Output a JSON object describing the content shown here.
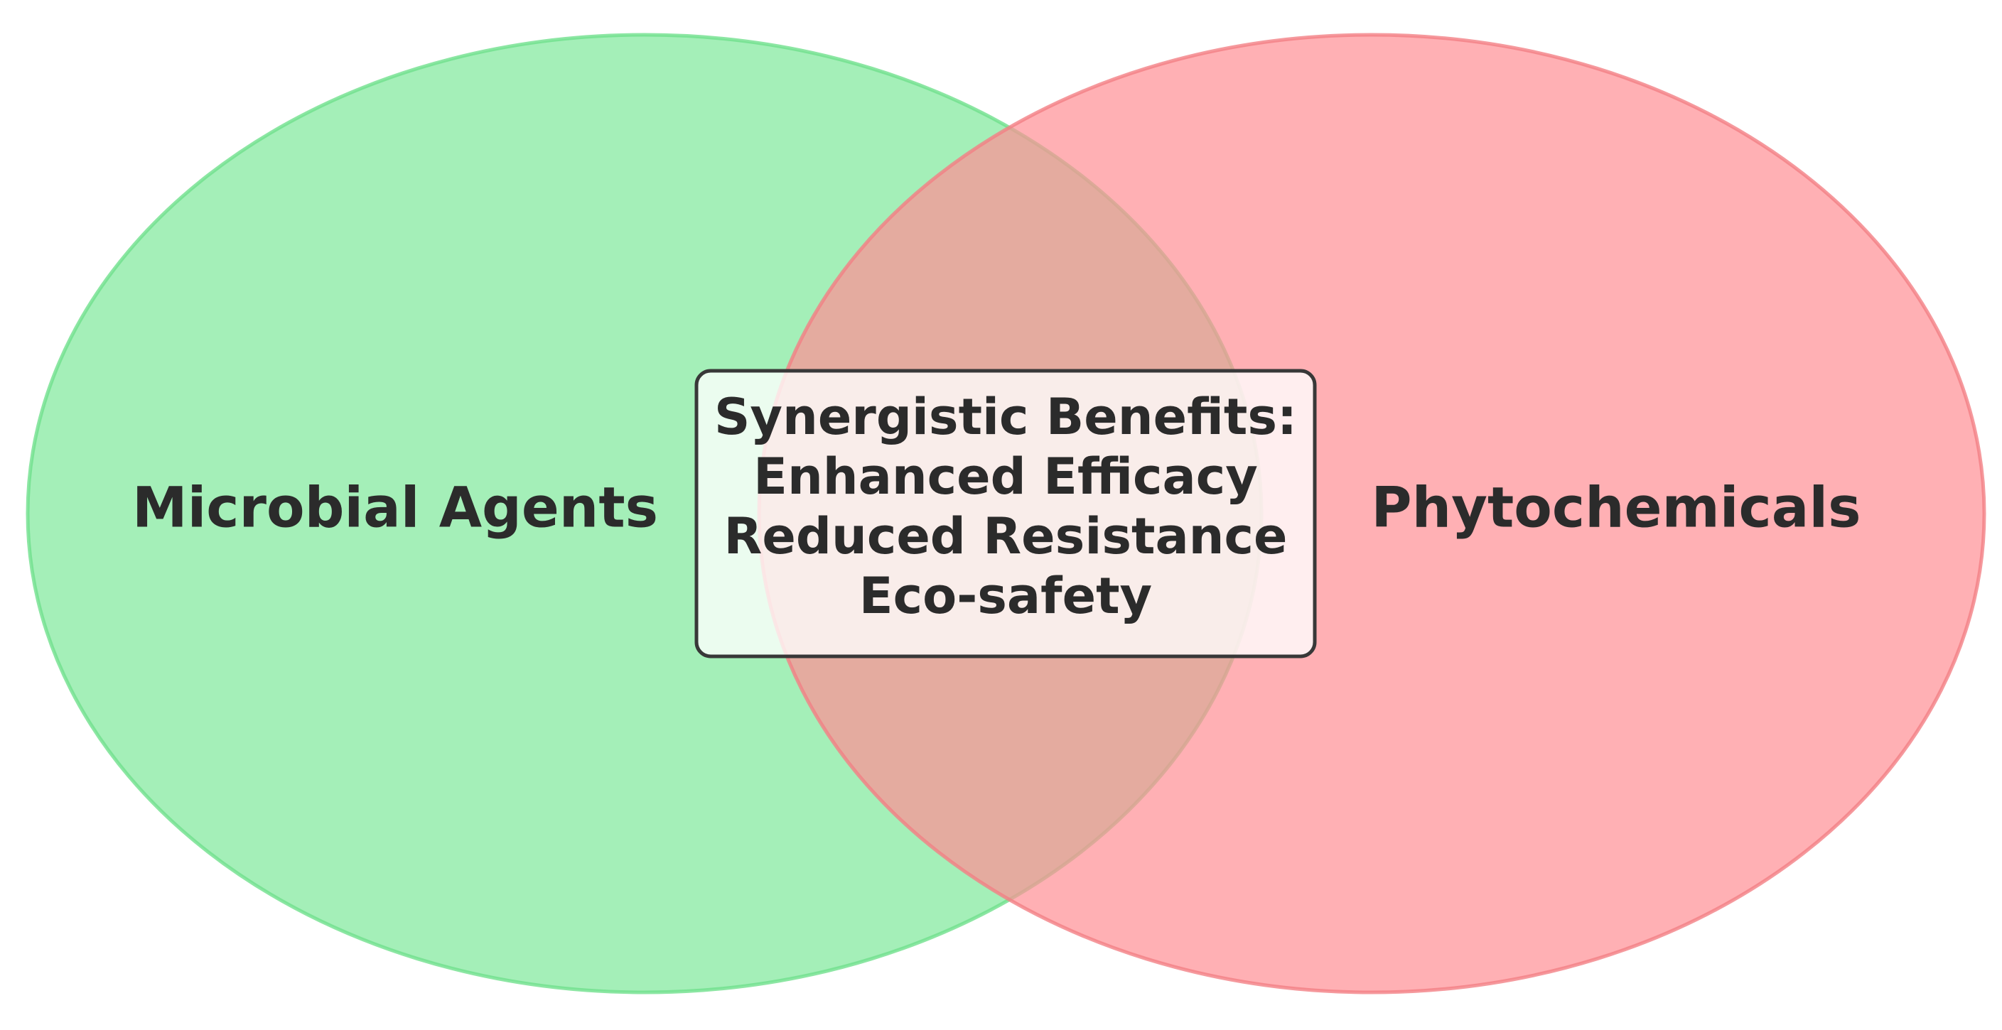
{
  "diagram": {
    "sets": [
      {
        "id": "left",
        "label": "Microbial Agents",
        "fill": "#7ee89a",
        "stroke": "#6fe08c"
      },
      {
        "id": "right",
        "label": "Phytochemicals",
        "fill": "#ff8f94",
        "stroke": "#f27f84"
      }
    ],
    "intersection": {
      "lines": [
        "Synergistic Benefits:",
        "Enhanced Efficacy",
        "Reduced Resistance",
        "Eco-safety"
      ],
      "box_fill": "#ffffff",
      "box_border": "#383838"
    },
    "text_color": "#2b2b2b"
  }
}
